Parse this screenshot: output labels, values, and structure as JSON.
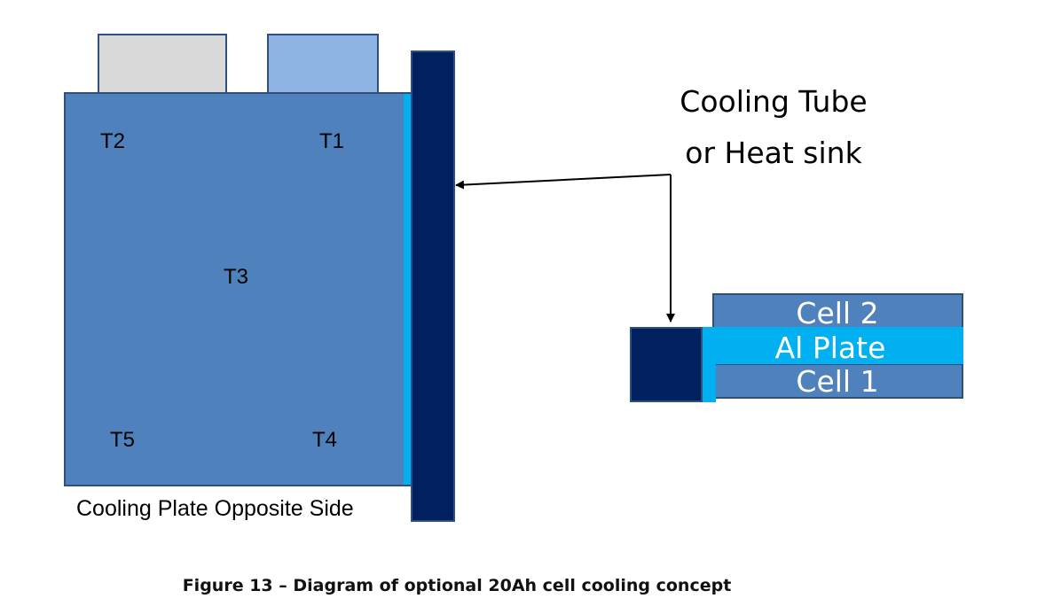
{
  "colors": {
    "cell_blue": "#4f81bd",
    "cell_border": "#2f4f7f",
    "dark_navy": "#002060",
    "bright_blue": "#00b0f0",
    "terminal_gray": "#d9d9d9",
    "terminal_light_blue": "#8eb4e3",
    "arrow": "#000000"
  },
  "cell_side_view": {
    "sensor_labels": [
      "T2",
      "T1",
      "T3",
      "T5",
      "T4"
    ],
    "cooling_plate_label": "Cooling Plate Opposite Side"
  },
  "cooling_tube_label": {
    "line1": "Cooling Tube",
    "line2": "or Heat sink"
  },
  "stack_view": {
    "top_label": "Cell 2",
    "middle_label": "Al Plate",
    "bottom_label": "Cell 1"
  },
  "caption": "Figure 13 – Diagram of optional 20Ah cell cooling concept"
}
